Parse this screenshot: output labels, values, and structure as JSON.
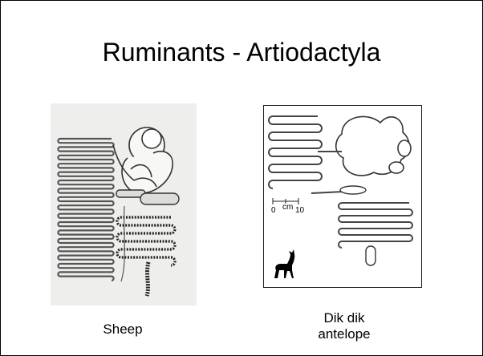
{
  "slide": {
    "title": "Ruminants - Artiodactyla"
  },
  "figures": [
    {
      "id": "sheep",
      "caption": "Sheep",
      "background": "#eeeeec",
      "icon": "sheep-gut-illustration"
    },
    {
      "id": "dikdik",
      "caption_line1": "Dik dik",
      "caption_line2": "antelope",
      "background": "#ffffff",
      "icon": "dikdik-gut-illustration",
      "scale": {
        "zero": "0",
        "unit": "cm",
        "max": "10"
      }
    }
  ],
  "colors": {
    "border": "#000000",
    "ink": "#333333",
    "text": "#000000"
  }
}
